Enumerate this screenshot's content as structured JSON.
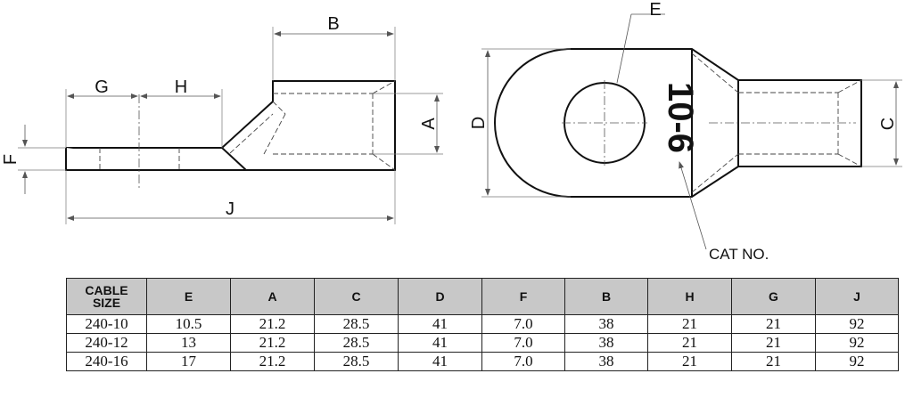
{
  "diagram": {
    "side_view_labels": [
      "G",
      "H",
      "B",
      "A",
      "F",
      "J"
    ],
    "top_view_labels": [
      "E",
      "D",
      "C"
    ],
    "cat_number": "10-6",
    "cat_label": "CAT NO."
  },
  "table": {
    "headers": [
      "CABLE\nSIZE",
      "E",
      "A",
      "C",
      "D",
      "F",
      "B",
      "H",
      "G",
      "J"
    ],
    "rows": [
      [
        "240-10",
        "10.5",
        "21.2",
        "28.5",
        "41",
        "7.0",
        "38",
        "21",
        "21",
        "92"
      ],
      [
        "240-12",
        "13",
        "21.2",
        "28.5",
        "41",
        "7.0",
        "38",
        "21",
        "21",
        "92"
      ],
      [
        "240-16",
        "17",
        "21.2",
        "28.5",
        "41",
        "7.0",
        "38",
        "21",
        "21",
        "92"
      ]
    ]
  }
}
